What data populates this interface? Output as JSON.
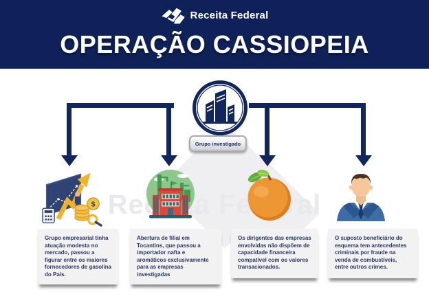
{
  "header": {
    "logo_text": "Receita Federal",
    "title": "OPERAÇÃO CASSIOPEIA"
  },
  "watermark": {
    "text": "Receita Federal"
  },
  "center": {
    "label": "Grupo investigado",
    "icon": "buildings-group-icon"
  },
  "cards": [
    {
      "icon": "growth-chart-icon",
      "text": "Grupo empresarial tinha atuação modesta no mercado, passou a figurar entre os maiores fornecedores de gasolina do País."
    },
    {
      "icon": "branch-building-icon",
      "text": "Abertura de filial em Tocantins, que passou a importador nafta e aromáticos exclusivamente para as empresas investigadas"
    },
    {
      "icon": "orange-fruit-icon",
      "text": "Os dirigentes das empresas envolvidas não dispõem de capacidade financeira compatível com os valores transacionados."
    },
    {
      "icon": "businessman-icon",
      "text": "O suposto beneficiário do esquema tem antecedentes criminais por fraude na venda de combustíveis, entre outros crimes."
    }
  ],
  "symbols": {
    "dollar": "$"
  },
  "colors": {
    "navy": "#0e2259",
    "arrow_navy": "#12265e",
    "card_bg": "#f2f2f3",
    "card_text": "#2a3765",
    "watermark_gray": "#e9e8ec",
    "leaf_green": "#66b13d",
    "circle_green": "#8dc78d",
    "building_red": "#d8493f",
    "orange": "#ec9733",
    "gold": "#f2b32b",
    "suit_blue": "#3d6ca8"
  }
}
